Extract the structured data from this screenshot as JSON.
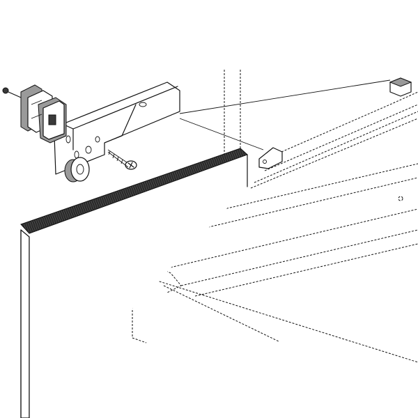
{
  "diagram": {
    "colors": {
      "line": "#111111",
      "background": "#ffffff",
      "edge_band": "#2a2a2a",
      "hardware_shade": "#9a9a9a"
    },
    "parts": [
      "drawer-front-panel",
      "drawer-slide-rail",
      "mounting-bracket",
      "roller-wheel",
      "wood-screw",
      "rear-socket-bracket",
      "drawer-box-outline",
      "cabinet-rail"
    ]
  }
}
